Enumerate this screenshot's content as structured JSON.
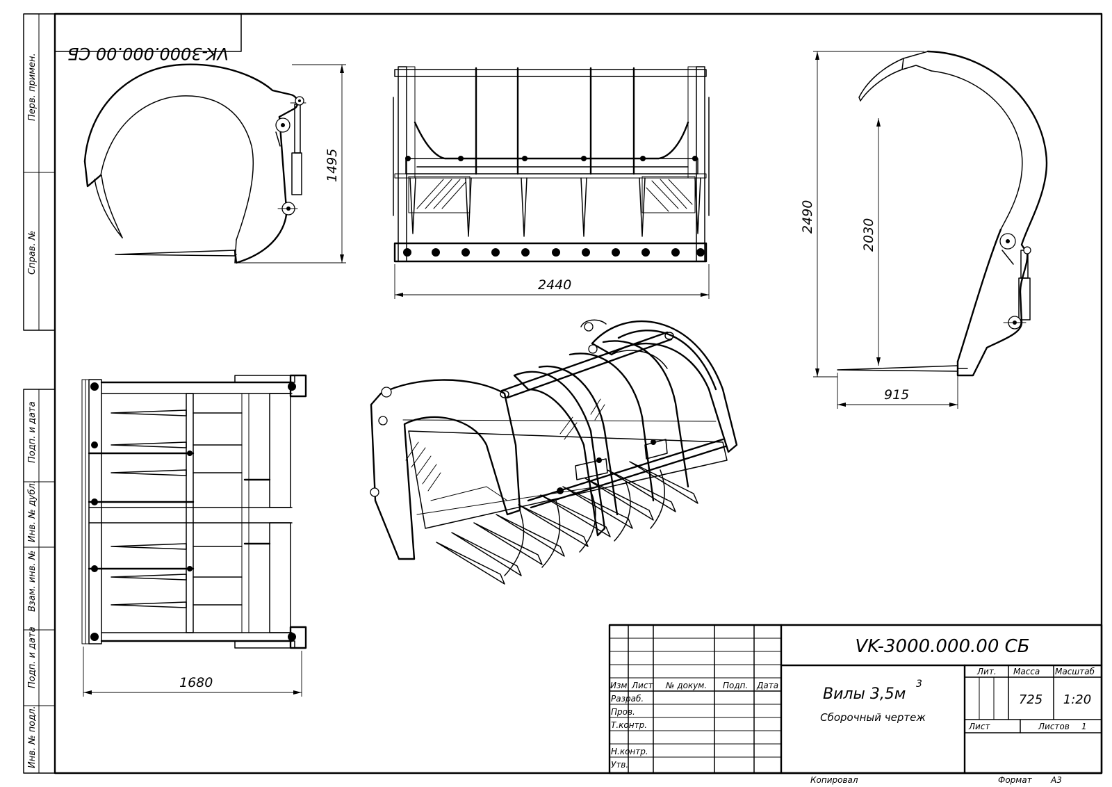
{
  "drawing": {
    "designation": "VK-3000.000.00 СБ",
    "mirrored_stamp": "VK-3000.000.00 СБ",
    "title": "Вилы 3,5м",
    "title_superscript": "3",
    "subtitle": "Сборочный чертеж"
  },
  "side_strip": {
    "top": [
      "Перв. примен.",
      "Справ. №"
    ],
    "bottom": [
      "Подп. и дата",
      "Инв. № дубл.",
      "Взам. инв. №",
      "Подп. и дата",
      "Инв. № подл."
    ]
  },
  "dimensions": {
    "side_height": "1495",
    "front_width": "2440",
    "right_total_height": "2490",
    "right_inner_height": "2030",
    "right_depth": "915",
    "top_width": "1680"
  },
  "title_block": {
    "headers": {
      "izm": "Изм.",
      "list": "Лист",
      "docnum": "№ докум.",
      "podp": "Подп.",
      "data": "Дата"
    },
    "roles": [
      "Разраб.",
      "Пров.",
      "Т.контр.",
      "Н.контр.",
      "Утв."
    ],
    "lit_label": "Лит.",
    "mass_label": "Масса",
    "scale_label": "Масштаб",
    "mass_value": "725",
    "scale_value": "1:20",
    "sheet_label": "Лист",
    "sheets_label": "Листов",
    "sheets_value": "1"
  },
  "footer": {
    "copied": "Копировал",
    "format_label": "Формат",
    "format_value": "А3"
  }
}
